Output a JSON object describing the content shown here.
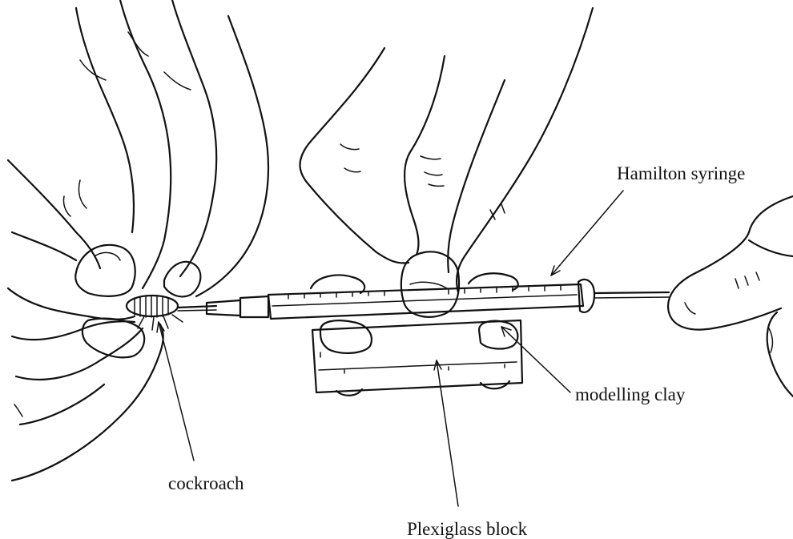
{
  "labels": {
    "syringe": "Hamilton syringe",
    "clay": "modelling clay",
    "cockroach": "cockroach",
    "block": "Plexiglass block"
  },
  "colors": {
    "ink": "#111111",
    "background": "#ffffff"
  }
}
